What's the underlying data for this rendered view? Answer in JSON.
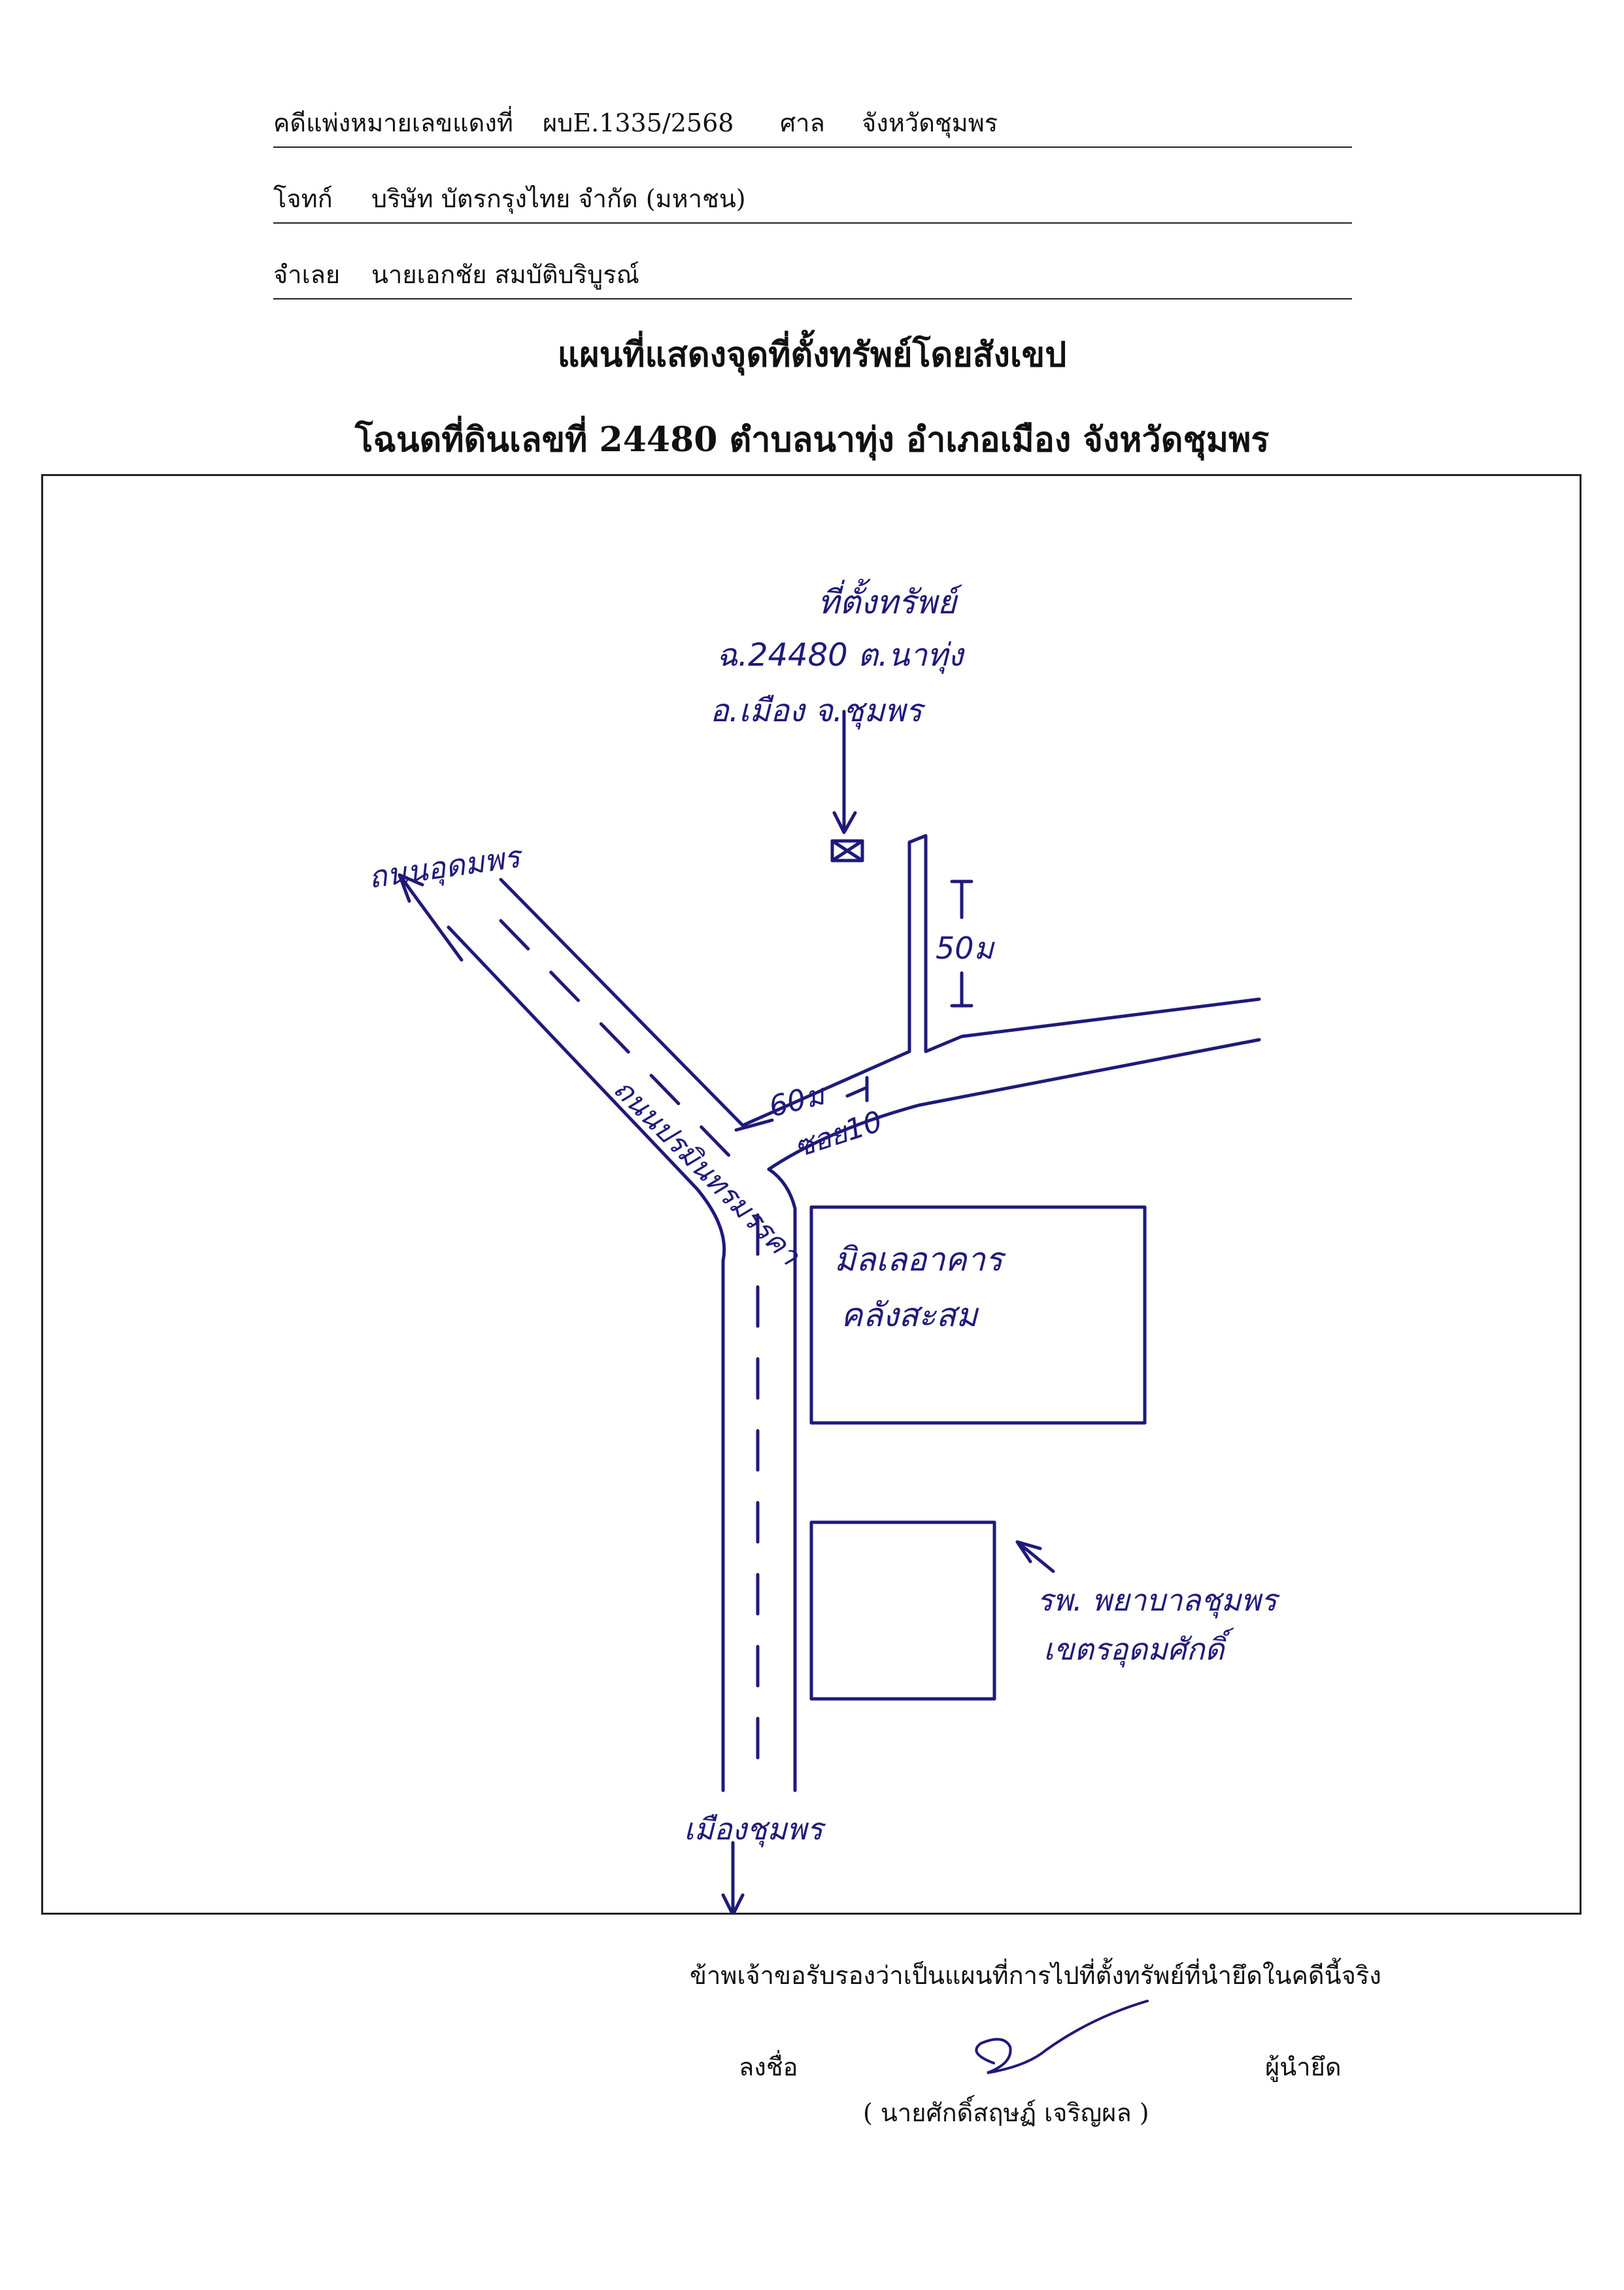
{
  "header": {
    "case_label": "คดีแพ่งหมายเลขแดงที่",
    "case_number": "ผบE.1335/2568",
    "court_label": "ศาล",
    "court_value": "จังหวัดชุมพร",
    "plaintiff_label": "โจทก์",
    "plaintiff_value": "บริษัท บัตรกรุงไทย จำกัด (มหาชน)",
    "defendant_label": "จำเลย",
    "defendant_value": "นายเอกชัย สมบัติบริบูรณ์"
  },
  "titles": {
    "main": "แผนที่แสดงจุดที่ตั้งทรัพย์โดยสังเขป",
    "sub": "โฉนดที่ดินเลขที่ 24480 ตำบลนาทุ่ง อำเภอเมือง จังหวัดชุมพร"
  },
  "map": {
    "property_note_1": "ที่ตั้งทรัพย์",
    "property_note_2": "ฉ.24480 ต.นาทุ่ง",
    "property_note_3": "อ.เมือง จ.ชุมพร",
    "distance_vertical": "50ม",
    "distance_horizontal": "60ม",
    "soi_label": "ซอย10",
    "road_top_label": "ถนนอุดมพร",
    "road_diagonal_label": "ถนนปรมินทรมรรคา",
    "road_bottom_label": "เมืองชุมพร",
    "building1_line1": "มิลเลอาคาร",
    "building1_line2": "คลังสะสม",
    "building2_line1": "รพ. พยาบาลชุมพร",
    "building2_line2": "เขตรอุดมศักดิ์",
    "ink_color": "#1f1a7a"
  },
  "footer": {
    "certification": "ข้าพเจ้าขอรับรองว่าเป็นแผนที่การไปที่ตั้งทรัพย์ที่นำยึดในคดีนี้จริง",
    "sign_label": "ลงชื่อ",
    "role_label": "ผู้นำยึด",
    "signer_name": "( นายศักดิ์สฤษฏ์ เจริญผล )"
  }
}
